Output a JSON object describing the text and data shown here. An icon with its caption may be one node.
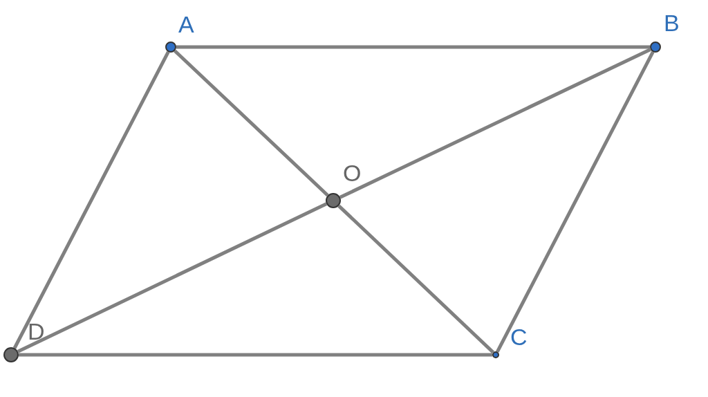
{
  "diagram": {
    "nodes": [
      {
        "text": [],
        "shape": "circle",
        "beside": [
          "A"
        ]
      },
      {
        "text": [],
        "shape": "circle",
        "beside": [
          "B"
        ]
      },
      {
        "text": [],
        "shape": "circle",
        "beside": [
          "O"
        ]
      },
      {
        "text": [],
        "shape": "circle",
        "beside": [
          "D"
        ]
      },
      {
        "text": [],
        "shape": "circle",
        "beside": [
          "C"
        ]
      }
    ],
    "edges": [
      {
        "from": 0,
        "to": 1,
        "arrow": "none"
      },
      {
        "from": 1,
        "to": 4,
        "arrow": "none"
      },
      {
        "from": 4,
        "to": 3,
        "arrow": "none"
      },
      {
        "from": 3,
        "to": 0,
        "arrow": "none"
      },
      {
        "from": 0,
        "to": 2,
        "arrow": "none"
      },
      {
        "from": 2,
        "to": 4,
        "arrow": "none"
      },
      {
        "from": 3,
        "to": 2,
        "arrow": "none"
      },
      {
        "from": 2,
        "to": 1,
        "arrow": "none"
      }
    ]
  }
}
